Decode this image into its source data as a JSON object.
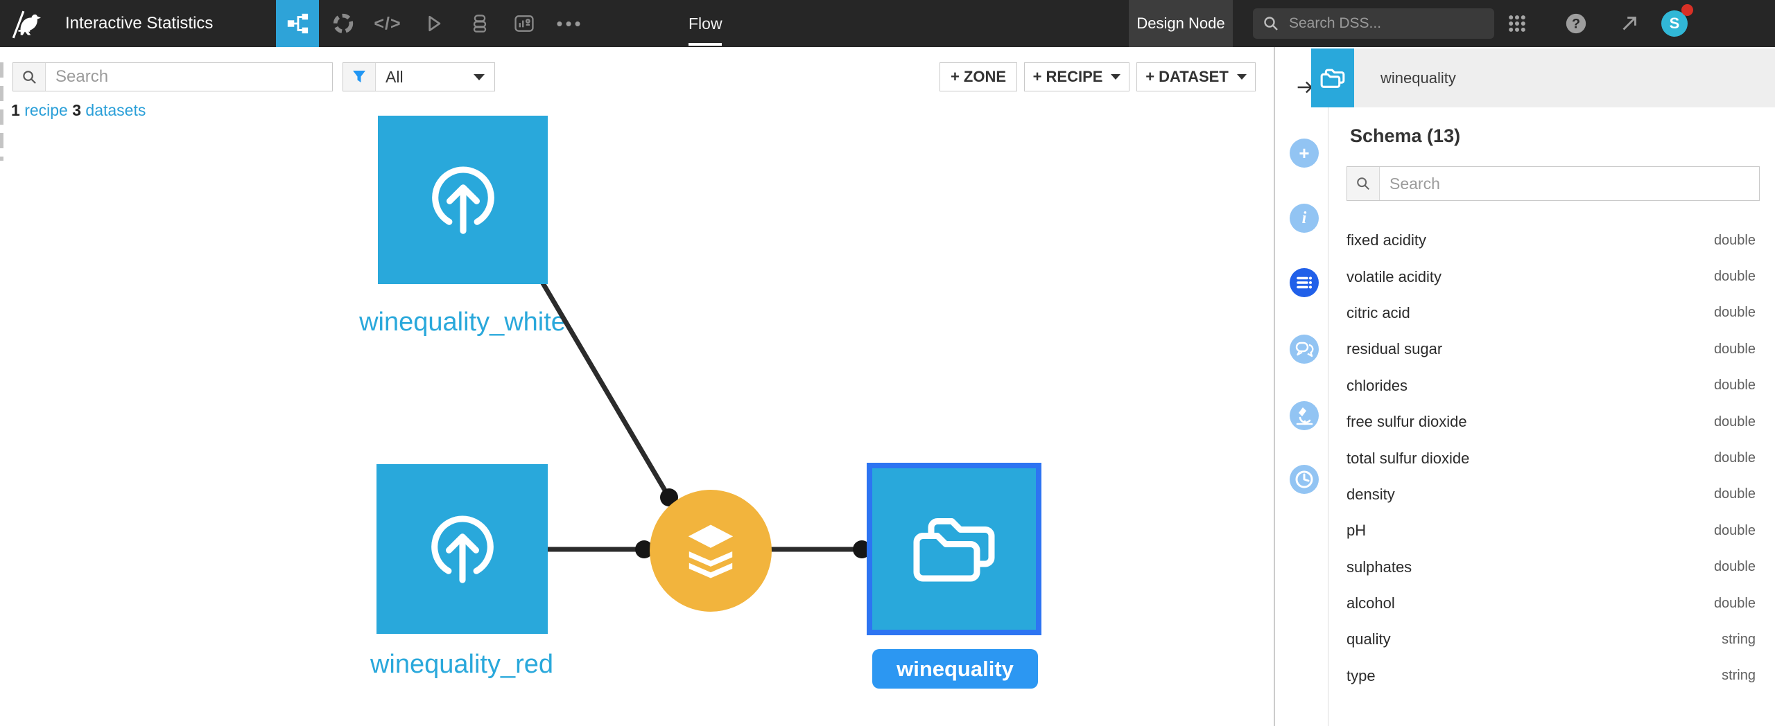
{
  "topbar": {
    "title": "Interactive Statistics",
    "nav_flow": "Flow",
    "design_node_label": "Design Node",
    "search_placeholder": "Search DSS...",
    "avatar_initial": "S"
  },
  "flow_toolbar": {
    "search_placeholder": "Search",
    "filter_value": "All",
    "counts": {
      "recipe_n": "1",
      "recipe_label": "recipe",
      "dataset_n": "3",
      "datasets_label": "datasets"
    },
    "add_zone": "+ ZONE",
    "add_recipe": "+ RECIPE",
    "add_dataset": "+ DATASET"
  },
  "flow": {
    "nodes": {
      "white": {
        "label": "winequality_white",
        "type": "uploaded dataset"
      },
      "red": {
        "label": "winequality_red",
        "type": "uploaded dataset"
      },
      "recipe": {
        "type": "stack recipe"
      },
      "output": {
        "label": "winequality",
        "type": "dataset (selected)"
      }
    }
  },
  "panel": {
    "title": "winequality",
    "schema_heading": "Schema (13)",
    "search_placeholder": "Search",
    "columns": [
      {
        "name": "fixed acidity",
        "type": "double"
      },
      {
        "name": "volatile acidity",
        "type": "double"
      },
      {
        "name": "citric acid",
        "type": "double"
      },
      {
        "name": "residual sugar",
        "type": "double"
      },
      {
        "name": "chlorides",
        "type": "double"
      },
      {
        "name": "free sulfur dioxide",
        "type": "double"
      },
      {
        "name": "total sulfur dioxide",
        "type": "double"
      },
      {
        "name": "density",
        "type": "double"
      },
      {
        "name": "pH",
        "type": "double"
      },
      {
        "name": "sulphates",
        "type": "double"
      },
      {
        "name": "alcohol",
        "type": "double"
      },
      {
        "name": "quality",
        "type": "string"
      },
      {
        "name": "type",
        "type": "string"
      }
    ]
  },
  "colors": {
    "topbar_bg": "#262626",
    "tab_blue": "#2EA3D8",
    "dataset_blue": "#29A8DB",
    "recipe_yellow": "#F2B43D",
    "selection_blue": "#2D74F2",
    "chip_blue": "#2C97F2",
    "link_blue": "#2A9FD8",
    "rail_selected": "#2160E9",
    "rail_light": "#92C4F3",
    "funnel_blue": "#2196F3",
    "edge_dark": "#2B2B2B",
    "avatar_teal": "#31B7D6",
    "alert_red": "#D93025"
  }
}
